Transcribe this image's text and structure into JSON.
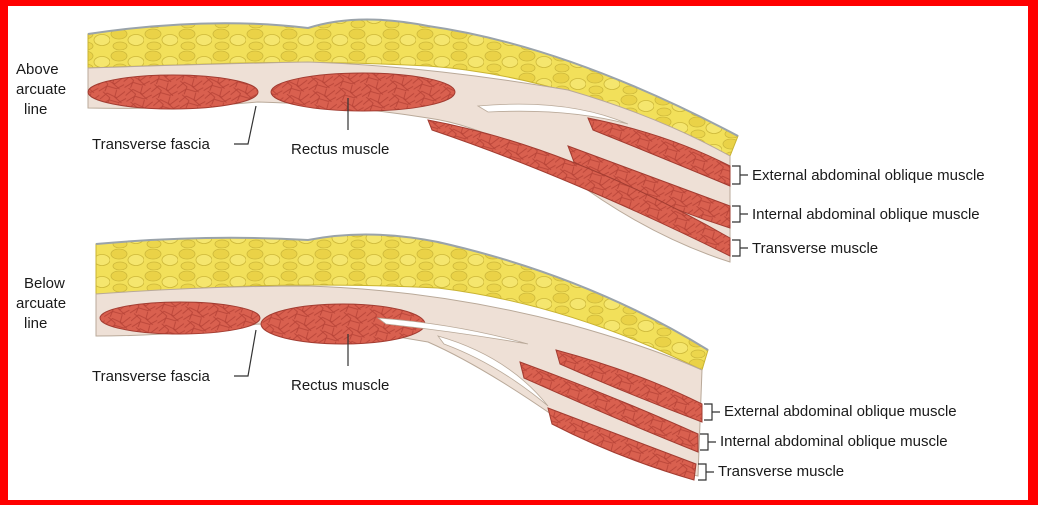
{
  "colors": {
    "frame": "#ff0000",
    "fat": "#f2e05a",
    "fat_globule": "#ead247",
    "fat_outline": "#c9b332",
    "fascia": "#eee0d6",
    "muscle": "#d9604f",
    "muscle_fiber": "#b84438",
    "skin_line": "#9aa3aa"
  },
  "panels": [
    {
      "region_label": [
        "Above",
        "arcuate",
        "line"
      ],
      "fascia_label": "Transverse fascia",
      "rectus_label": "Rectus muscle",
      "muscles": [
        "External abdominal oblique muscle",
        "Internal abdominal oblique muscle",
        "Transverse muscle"
      ]
    },
    {
      "region_label": [
        "Below",
        "arcuate",
        "line"
      ],
      "fascia_label": "Transverse fascia",
      "rectus_label": "Rectus muscle",
      "muscles": [
        "External abdominal oblique muscle",
        "Internal abdominal oblique muscle",
        "Transverse muscle"
      ]
    }
  ]
}
